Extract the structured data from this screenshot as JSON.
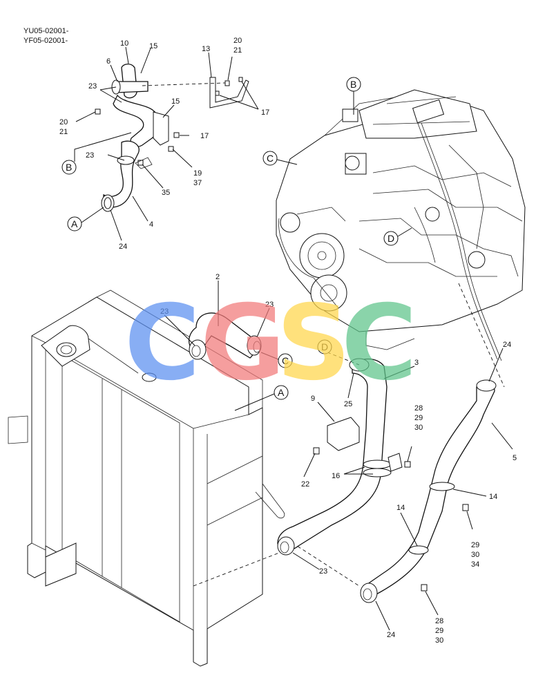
{
  "serial_lines": [
    "YU05-02001-",
    "YF05-02001-"
  ],
  "callouts": {
    "A": "A",
    "B": "B",
    "C": "C",
    "D": "D"
  },
  "labels": {
    "n2": "2",
    "n3": "3",
    "n4": "4",
    "n5": "5",
    "n6": "6",
    "n9": "9",
    "n10": "10",
    "n13": "13",
    "n14a": "14",
    "n14b": "14",
    "n15a": "15",
    "n15b": "15",
    "n16": "16",
    "n17a": "17",
    "n17b": "17",
    "n19_37": [
      "19",
      "37"
    ],
    "n20_21a": [
      "20",
      "21"
    ],
    "n20_21b": [
      "20",
      "21"
    ],
    "n22": "22",
    "n23a": "23",
    "n23b": "23",
    "n23c": "23",
    "n23d": "23",
    "n23e": "23",
    "n24a": "24",
    "n24b": "24",
    "n24c": "24",
    "n25": "25",
    "n28_29_30a": [
      "28",
      "29",
      "30"
    ],
    "n28_29_30b": [
      "28",
      "29",
      "30"
    ],
    "n29_30_34": [
      "29",
      "30",
      "34"
    ],
    "n35": "35"
  },
  "watermark": {
    "letters": [
      "C",
      "G",
      "S",
      "C"
    ],
    "colors": [
      "#5b8ff0",
      "#f27a7a",
      "#ffd64a",
      "#5ec48a"
    ]
  }
}
